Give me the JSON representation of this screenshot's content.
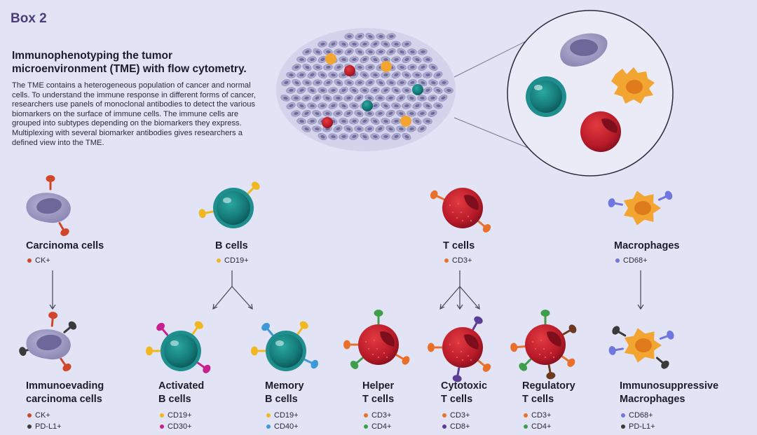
{
  "box_label": "Box 2",
  "title": "Immunophenotyping the tumor microenvironment (TME) with flow cytometry.",
  "description": "The TME contains a heterogeneous population of cancer and normal cells. To understand the immune response in different forms of cancer, researchers use panels of monoclonal antibodies to detect the various biomarkers on the surface of immune cells. The immune cells are grouped into subtypes depending on the biomarkers they express. Multiplexing with several biomarker antibodies gives researchers a defined view into the TME.",
  "colors": {
    "background": "#e3e3f6",
    "ck": "#d2462a",
    "cd19": "#f0b81e",
    "cd3": "#e8702a",
    "cd68": "#6f76e0",
    "pdl1": "#3a3a3a",
    "cd30": "#c8208f",
    "cd40": "#3e9ad6",
    "cd4": "#3e9e4a",
    "cd8": "#5a3e96",
    "b_cell": "#1f8e8e",
    "t_cell": "#c21e30",
    "carcinoma": "#8f8cb8",
    "macrophage": "#f2a531"
  },
  "parents": [
    {
      "line1": "Carcinoma cells",
      "markers": [
        {
          "text": "CK+",
          "color": "#d2462a"
        }
      ]
    },
    {
      "line1": "B cells",
      "markers": [
        {
          "text": "CD19+",
          "color": "#f0b81e"
        }
      ]
    },
    {
      "line1": "T cells",
      "markers": [
        {
          "text": "CD3+",
          "color": "#e8702a"
        }
      ]
    },
    {
      "line1": "Macrophages",
      "markers": [
        {
          "text": "CD68+",
          "color": "#6f76e0"
        }
      ]
    }
  ],
  "children": [
    {
      "line1": "Immunoevading",
      "line2": "carcinoma cells",
      "markers": [
        {
          "text": "CK+",
          "color": "#d2462a"
        },
        {
          "text": "PD-L1+",
          "color": "#3a3a3a"
        }
      ]
    },
    {
      "line1": "Activated",
      "line2": "B cells",
      "markers": [
        {
          "text": "CD19+",
          "color": "#f0b81e"
        },
        {
          "text": "CD30+",
          "color": "#c8208f"
        }
      ]
    },
    {
      "line1": "Memory",
      "line2": "B cells",
      "markers": [
        {
          "text": "CD19+",
          "color": "#f0b81e"
        },
        {
          "text": "CD40+",
          "color": "#3e9ad6"
        }
      ]
    },
    {
      "line1": "Helper",
      "line2": "T cells",
      "markers": [
        {
          "text": "CD3+",
          "color": "#e8702a"
        },
        {
          "text": "CD4+",
          "color": "#3e9e4a"
        }
      ]
    },
    {
      "line1": "Cytotoxic",
      "line2": "T cells",
      "markers": [
        {
          "text": "CD3+",
          "color": "#e8702a"
        },
        {
          "text": "CD8+",
          "color": "#5a3e96"
        }
      ]
    },
    {
      "line1": "Regulatory",
      "line2": "T cells",
      "markers": [
        {
          "text": "CD3+",
          "color": "#e8702a"
        },
        {
          "text": "CD4+",
          "color": "#3e9e4a"
        }
      ]
    },
    {
      "line1": "Immunosuppressive",
      "line2": "Macrophages",
      "markers": [
        {
          "text": "CD68+",
          "color": "#6f76e0"
        },
        {
          "text": "PD-L1+",
          "color": "#3a3a3a"
        }
      ]
    }
  ]
}
